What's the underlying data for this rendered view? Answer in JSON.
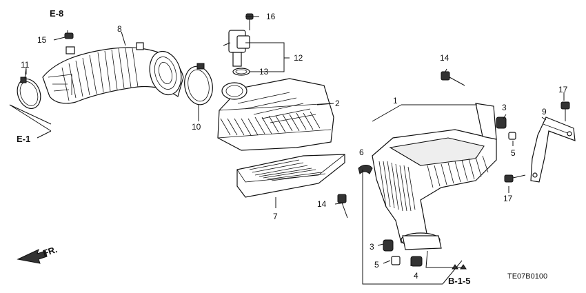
{
  "diagram": {
    "code": "TE07B0100",
    "refs": {
      "e8": "E-8",
      "e1": "E-1",
      "b15": "B-1-5",
      "fr": "FR."
    },
    "callouts": {
      "c1": "1",
      "c2": "2",
      "c3a": "3",
      "c3b": "3",
      "c4": "4",
      "c5a": "5",
      "c5b": "5",
      "c6": "6",
      "c7": "7",
      "c8": "8",
      "c9": "9",
      "c10": "10",
      "c11": "11",
      "c12": "12",
      "c13": "13",
      "c14a": "14",
      "c14b": "14",
      "c15": "15",
      "c16": "16",
      "c17a": "17",
      "c17b": "17"
    }
  }
}
